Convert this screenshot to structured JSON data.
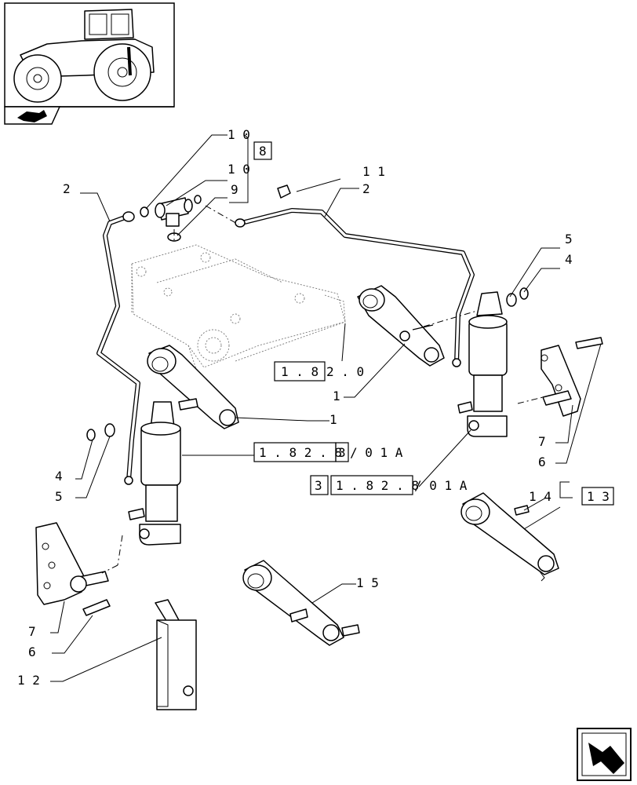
{
  "diagram": {
    "callouts": {
      "c10a": "1 0",
      "c8": "8",
      "c10b": "1 0",
      "c9": "9",
      "c11": "1 1",
      "c2a": "2",
      "c2b": "2",
      "c5a": "5",
      "c4a": "4",
      "c1a": "1",
      "c1b": "1",
      "c7a": "7",
      "c6a": "6",
      "c4b": "4",
      "c5b": "5",
      "c14": "1 4",
      "c13": "1 3",
      "c15": "1 5",
      "c7b": "7",
      "c6b": "6",
      "c12": "1 2"
    },
    "refs": {
      "r1_boxed": "1 . 8",
      "r1_rest": "2 . 0",
      "r2_boxed": "1 . 8 2 . 8",
      "r2_box3": "3",
      "r2_rest": "/ 0 1 A",
      "r3_box3": "3",
      "r3_boxed": "1 . 8 2 . 8",
      "r3_rest": "/ 0 1 A"
    }
  },
  "icons": {
    "thumbnail": "tractor-thumbnail",
    "thumb_badge": "section-arrow-icon",
    "nav": "next-page-arrow-icon"
  }
}
